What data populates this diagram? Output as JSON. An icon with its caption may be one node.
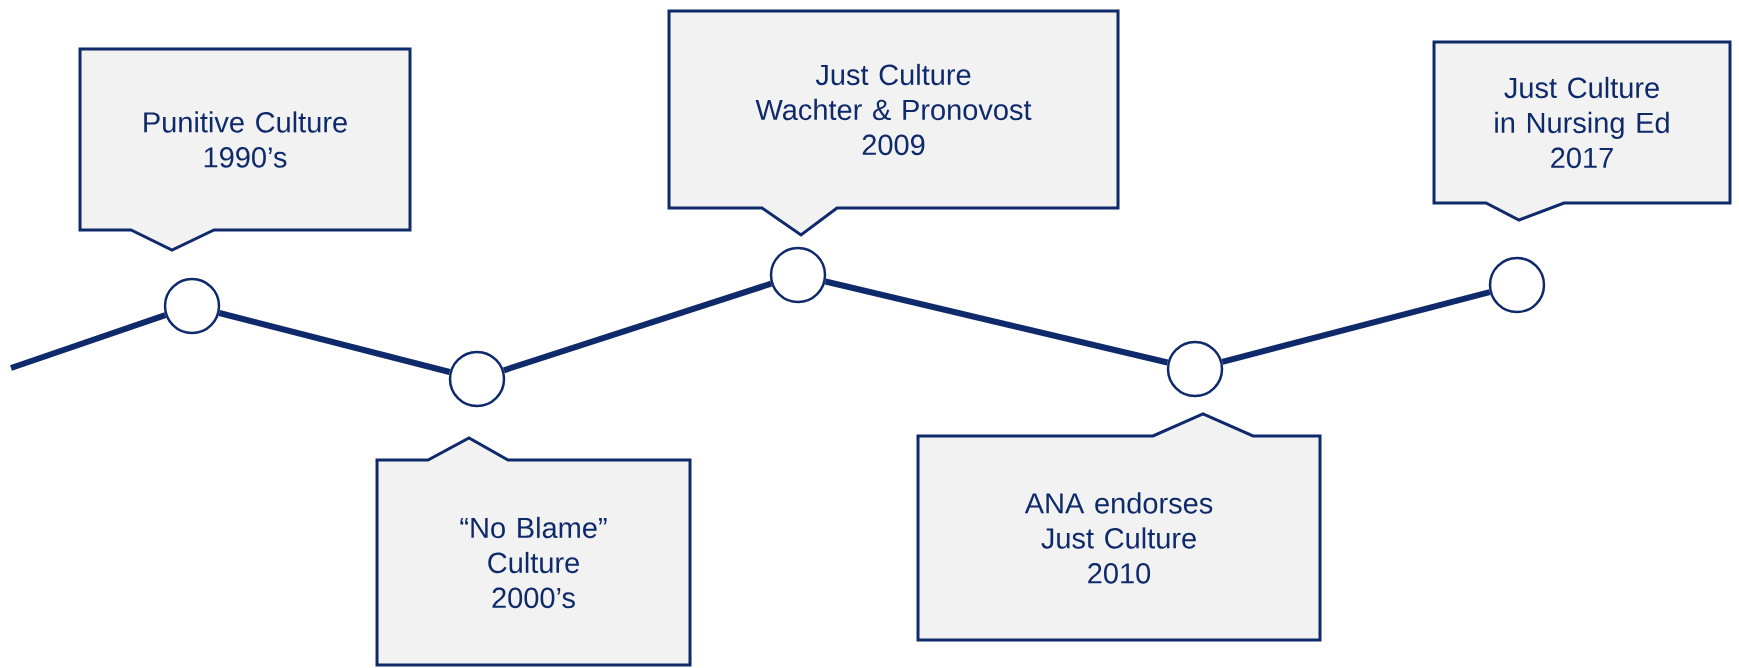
{
  "diagram": {
    "nodes": [
      {
        "text": [
          "Punitive Culture",
          "1990’s"
        ]
      },
      {
        "text": [
          "“No Blame” Culture",
          "2000’s"
        ]
      },
      {
        "text": [
          "Just Culture",
          "Wachter & Pronovost",
          "2009"
        ]
      },
      {
        "text": [
          "ANA endorses Just Culture",
          "2010"
        ]
      },
      {
        "text": [
          "Just Culture in Nursing Ed",
          "2017"
        ]
      },
      {
        "text": [],
        "shape": "circle"
      },
      {
        "text": [],
        "shape": "circle"
      },
      {
        "text": [],
        "shape": "circle"
      },
      {
        "text": [],
        "shape": "circle"
      },
      {
        "text": [],
        "shape": "circle"
      }
    ],
    "edges": [
      {
        "from": null,
        "to": 5,
        "arrow": "none"
      },
      {
        "from": 5,
        "to": 6,
        "arrow": "none"
      },
      {
        "from": 6,
        "to": 7,
        "arrow": "none"
      },
      {
        "from": 7,
        "to": 8,
        "arrow": "none"
      },
      {
        "from": 8,
        "to": 9,
        "arrow": "none"
      }
    ]
  }
}
